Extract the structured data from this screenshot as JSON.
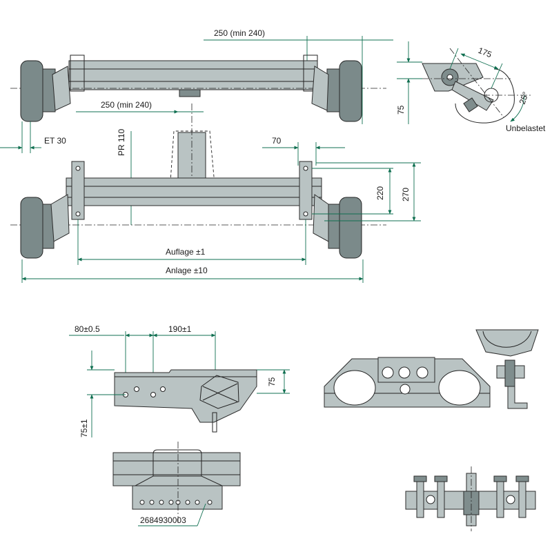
{
  "labels": {
    "top_width": "250 (min 240)",
    "mid_width": "250 (min 240)",
    "et": "ET 30",
    "pr": "PR 110",
    "d70": "70",
    "d220": "220",
    "d270": "270",
    "auflage": "Auflage ±1",
    "anlage": "Anlage ±10",
    "d175": "175",
    "d75_side": "75",
    "angle": "25°",
    "unbelastet": "Unbelastet",
    "d80": "80±0.5",
    "d190": "190±1",
    "d75_bracket": "75",
    "d75_lower": "75±1",
    "part_number": "2684930003"
  },
  "colors": {
    "part_fill": "#b9c3c3",
    "tyre_fill": "#7b8a8a",
    "dimension_line": "#0f6f50"
  }
}
